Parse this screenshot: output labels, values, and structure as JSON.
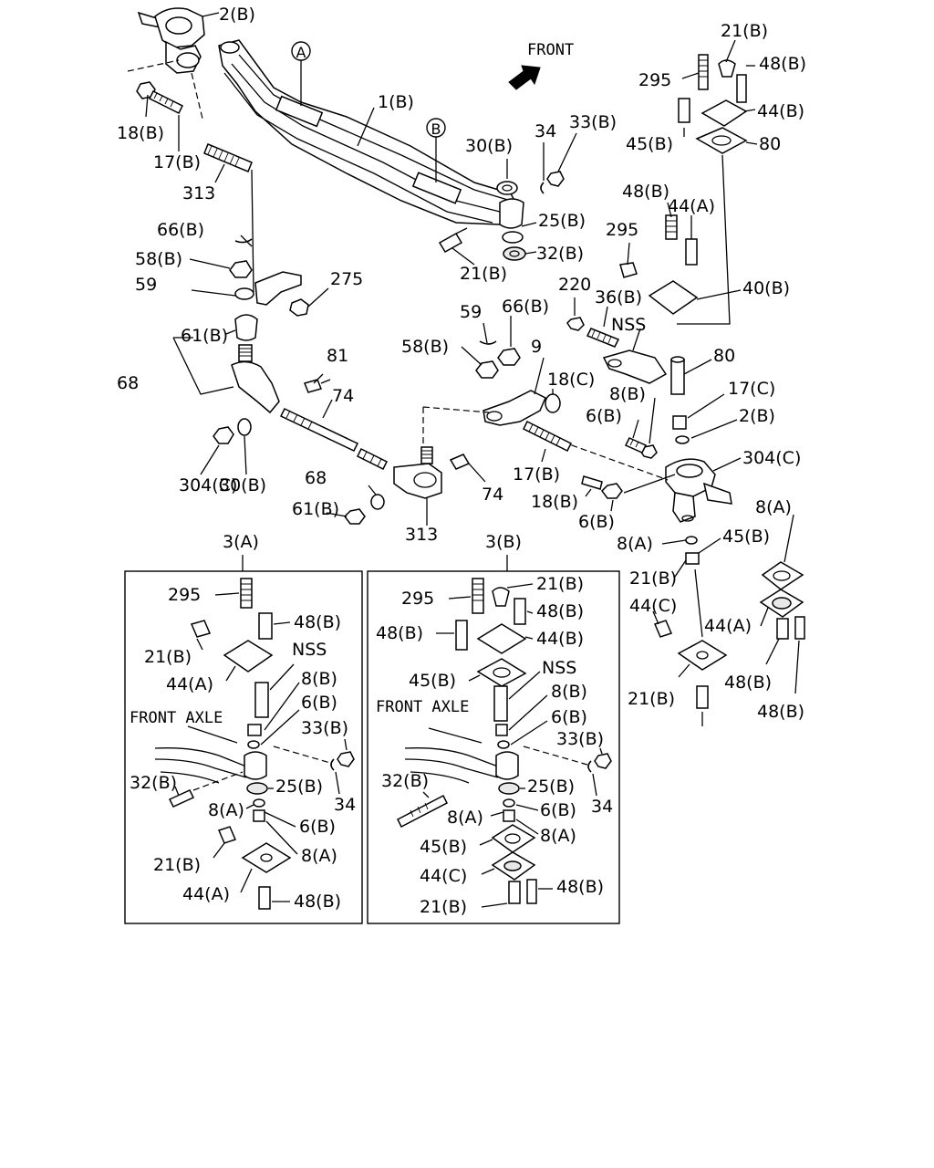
{
  "diagram": {
    "front_label": "FRONT",
    "section_markers": [
      "A",
      "B"
    ],
    "callouts": [
      "2(B)",
      "18(B)",
      "17(B)",
      "313",
      "1(B)",
      "30(B)",
      "34",
      "33(B)",
      "21(B)",
      "295",
      "48(B)",
      "44(B)",
      "45(B)",
      "80",
      "66(B)",
      "58(B)",
      "59",
      "275",
      "61(B)",
      "68",
      "81",
      "74",
      "304(C)",
      "30(B)",
      "25(B)",
      "32(B)",
      "21(B)",
      "295",
      "48(B)",
      "44(A)",
      "40(B)",
      "220",
      "36(B)",
      "NSS",
      "80",
      "59",
      "66(B)",
      "58(B)",
      "9",
      "18(C)",
      "8(B)",
      "17(C)",
      "6(B)",
      "2(B)",
      "304(C)",
      "68",
      "74",
      "61(B)",
      "313",
      "17(B)",
      "18(B)",
      "6(B)",
      "8(A)",
      "45(B)",
      "8(A)",
      "21(B)",
      "44(C)",
      "44(A)",
      "21(B)",
      "48(B)",
      "48(B)"
    ],
    "inset_a": {
      "title": "3(A)",
      "axle_label": "FRONT  AXLE",
      "callouts": [
        "295",
        "48(B)",
        "21(B)",
        "44(A)",
        "NSS",
        "8(B)",
        "6(B)",
        "33(B)",
        "32(B)",
        "25(B)",
        "34",
        "8(A)",
        "6(B)",
        "21(B)",
        "8(A)",
        "44(A)",
        "48(B)"
      ]
    },
    "inset_b": {
      "title": "3(B)",
      "axle_label": "FRONT  AXLE",
      "callouts": [
        "21(B)",
        "295",
        "48(B)",
        "48(B)",
        "44(B)",
        "NSS",
        "45(B)",
        "8(B)",
        "6(B)",
        "33(B)",
        "32(B)",
        "25(B)",
        "34",
        "8(A)",
        "6(B)",
        "8(A)",
        "45(B)",
        "44(C)",
        "48(B)",
        "21(B)"
      ]
    }
  }
}
